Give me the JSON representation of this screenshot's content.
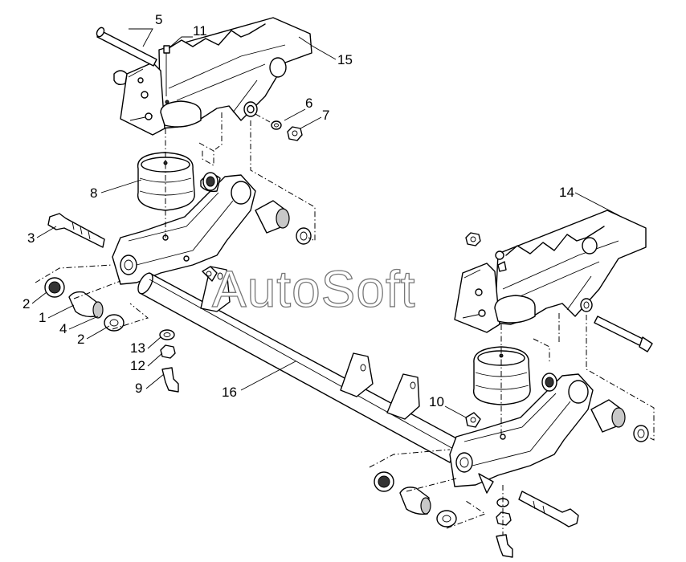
{
  "watermark": "AutoSoft",
  "callouts": [
    {
      "id": "c5",
      "text": "5"
    },
    {
      "id": "c11",
      "text": "11"
    },
    {
      "id": "c15",
      "text": "15"
    },
    {
      "id": "c6",
      "text": "6"
    },
    {
      "id": "c7",
      "text": "7"
    },
    {
      "id": "c8",
      "text": "8"
    },
    {
      "id": "c14",
      "text": "14"
    },
    {
      "id": "c3",
      "text": "3"
    },
    {
      "id": "c2a",
      "text": "2"
    },
    {
      "id": "c1",
      "text": "1"
    },
    {
      "id": "c4",
      "text": "4"
    },
    {
      "id": "c2b",
      "text": "2"
    },
    {
      "id": "c13",
      "text": "13"
    },
    {
      "id": "c12",
      "text": "12"
    },
    {
      "id": "c9",
      "text": "9"
    },
    {
      "id": "c16",
      "text": "16"
    },
    {
      "id": "c10",
      "text": "10"
    }
  ]
}
